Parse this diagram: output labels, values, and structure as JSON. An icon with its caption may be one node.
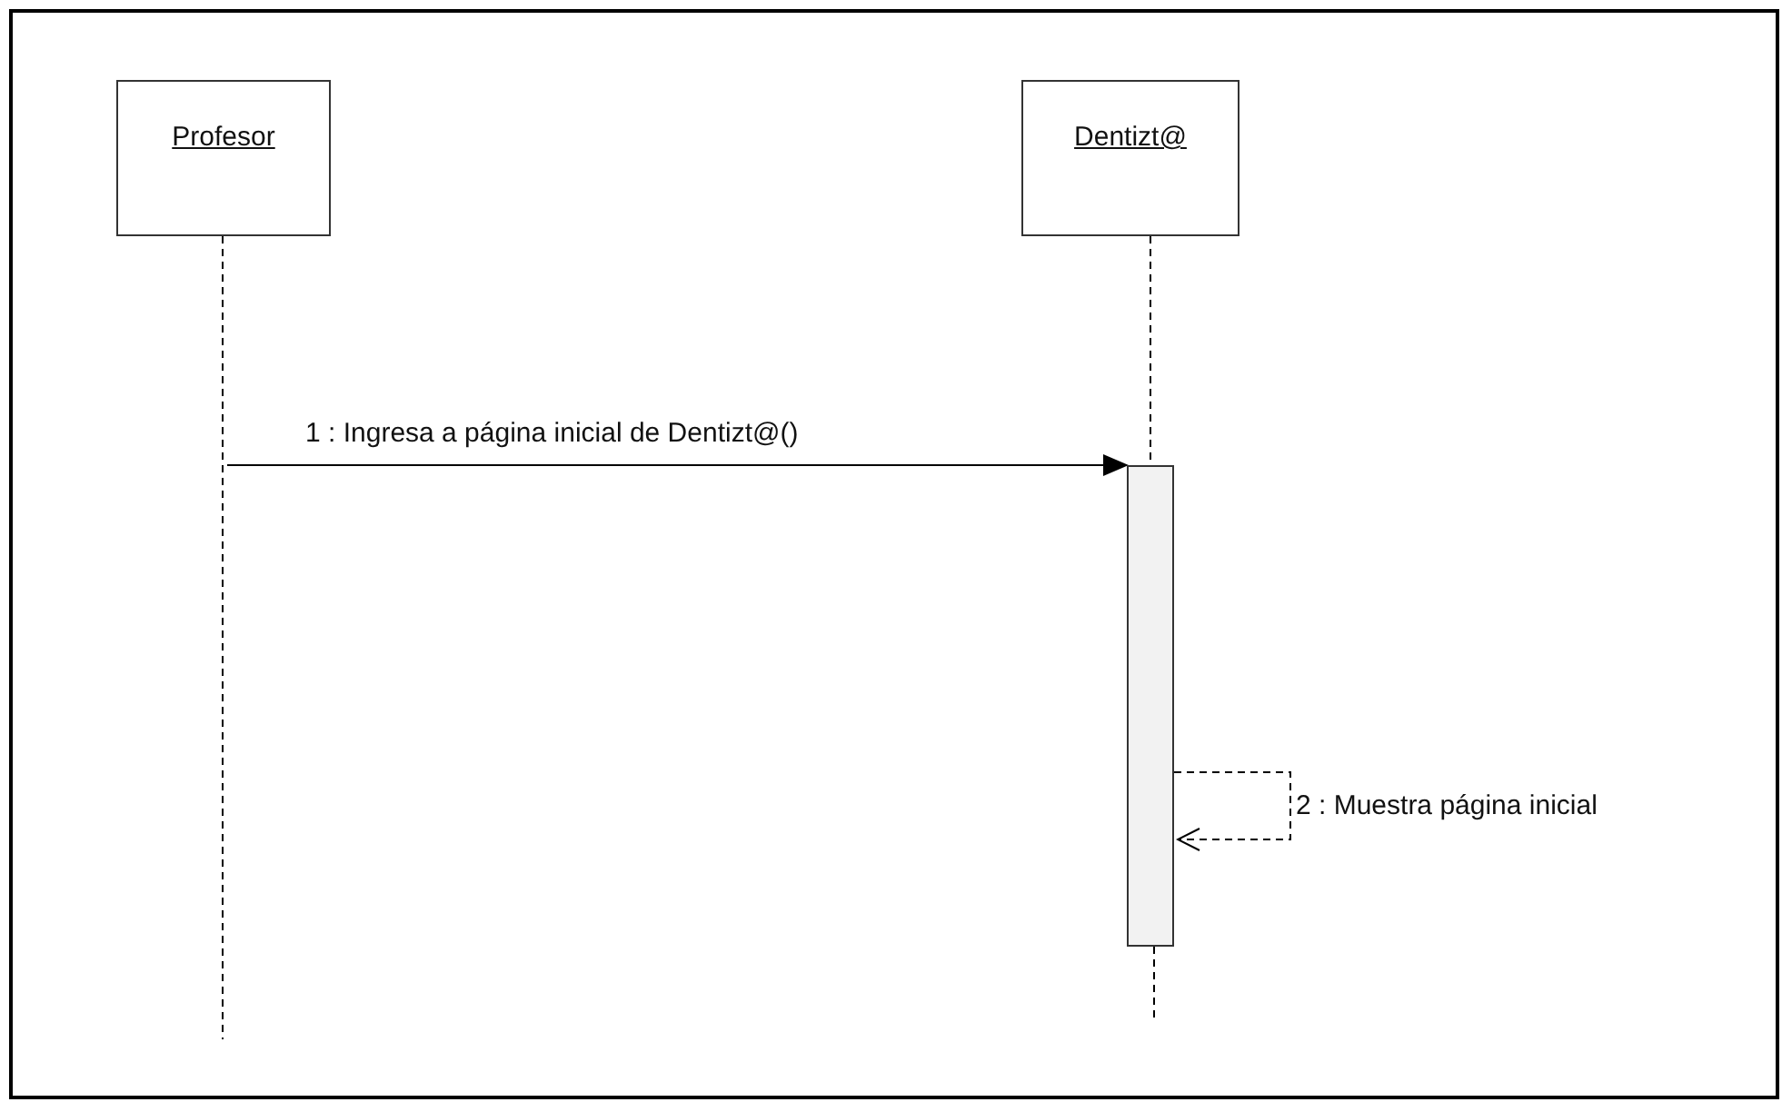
{
  "diagram": {
    "nodes": [
      {
        "text": [
          "Profesor"
        ]
      },
      {
        "text": [
          "Dentizt@"
        ]
      },
      {
        "text": [],
        "shape": "bar"
      }
    ],
    "edges": [
      {
        "from": 0,
        "to": 2,
        "arrow": "to",
        "label": "1 : Ingresa a página inicial de Dentizt@()"
      },
      {
        "from": 2,
        "to": 2,
        "arrow": "to",
        "label": "2 : Muestra página inicial",
        "style": "dashed"
      },
      {
        "from": 1,
        "to": 2,
        "arrow": "none",
        "style": "dashed"
      }
    ]
  }
}
